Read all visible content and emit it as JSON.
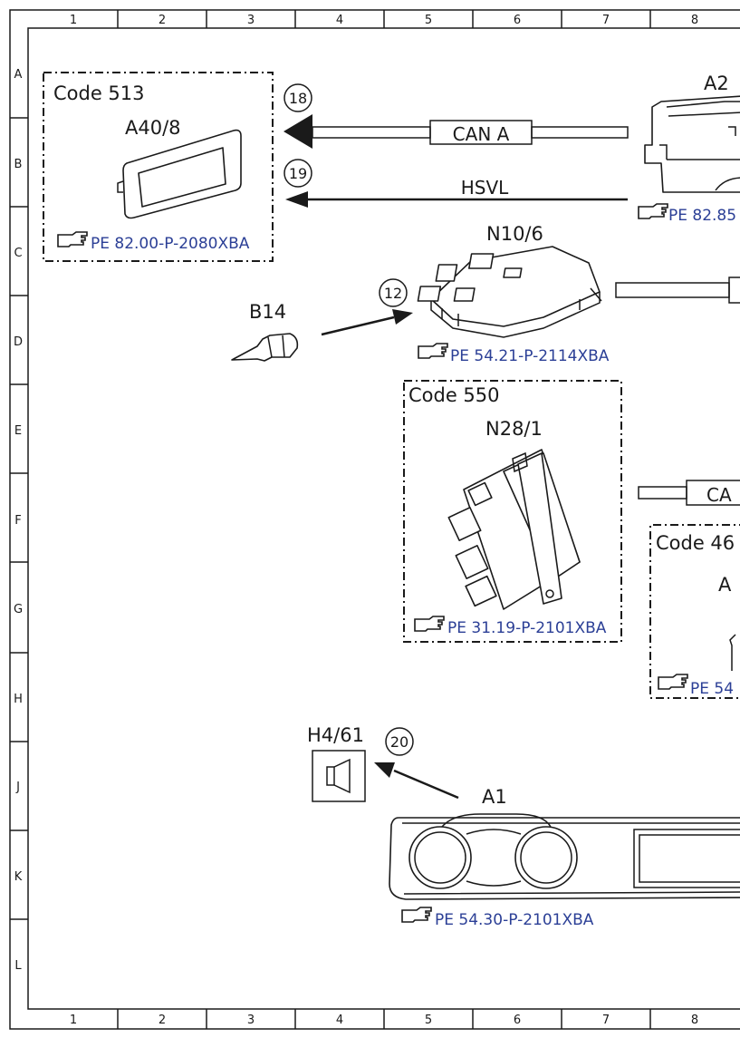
{
  "grid": {
    "columns": [
      "1",
      "2",
      "3",
      "4",
      "5",
      "6",
      "7",
      "8"
    ],
    "rows": [
      "A",
      "B",
      "C",
      "D",
      "E",
      "F",
      "G",
      "H",
      "J",
      "K",
      "L"
    ]
  },
  "zones": {
    "code513": {
      "code_label": "Code 513",
      "component": "A40/8",
      "ref": "PE 82.00-P-2080XBA"
    },
    "code550": {
      "code_label": "Code 550",
      "component": "N28/1",
      "ref": "PE 31.19-P-2101XBA"
    },
    "code46": {
      "code_label": "Code 46",
      "component": "A",
      "ref": "PE 54"
    }
  },
  "components": {
    "a2": {
      "label": "A2",
      "ref": "PE 82.85"
    },
    "n10_6": {
      "label": "N10/6",
      "ref": "PE 54.21-P-2114XBA"
    },
    "b14": {
      "label": "B14"
    },
    "h4_61": {
      "label": "H4/61"
    },
    "a1": {
      "label": "A1",
      "ref": "PE 54.30-P-2101XBA"
    }
  },
  "connections": {
    "can_a": "CAN A",
    "hsvl": "HSVL",
    "can_partial": "CA"
  },
  "callouts": {
    "c18": "18",
    "c19": "19",
    "c12": "12",
    "c20": "20"
  },
  "colors": {
    "line": "#1a1a1a",
    "reference": "#2b3f96"
  }
}
